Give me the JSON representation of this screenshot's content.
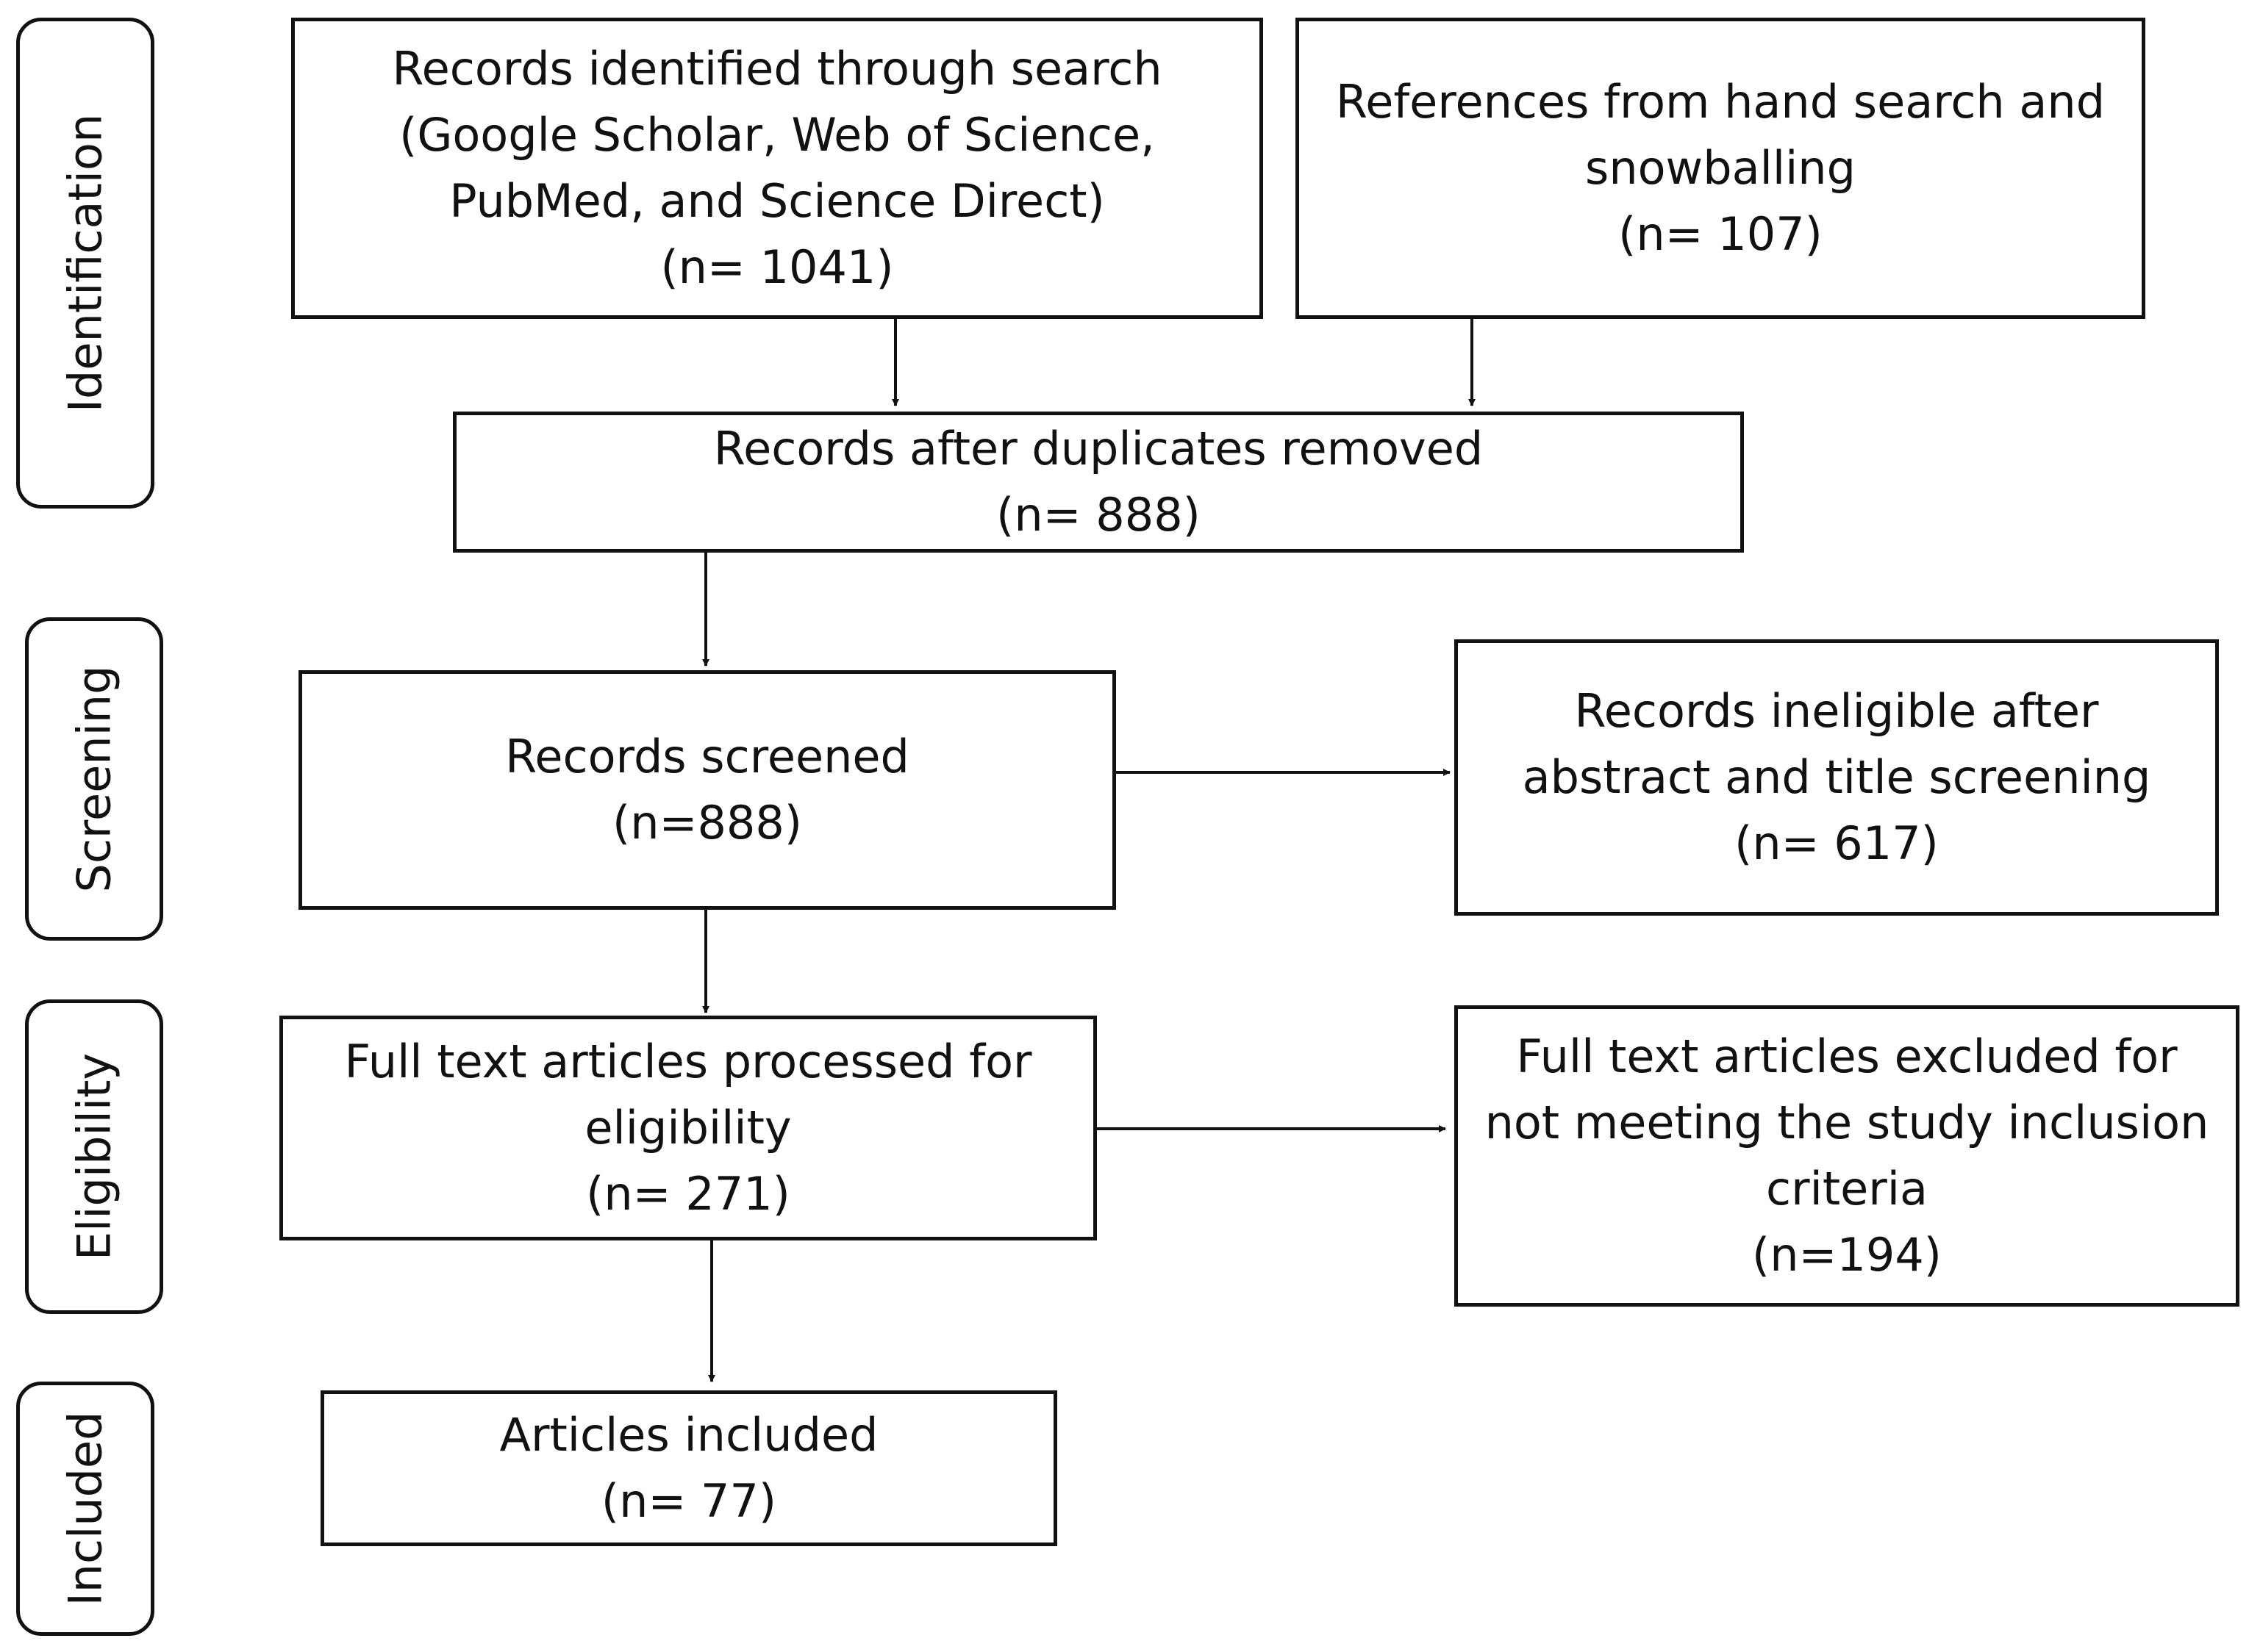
{
  "stages": {
    "identification": "Identification",
    "screening": "Screening",
    "eligibility": "Eligibility",
    "included": "Included"
  },
  "boxes": {
    "database_search": {
      "lines": [
        "Records identified through search",
        "(Google Scholar, Web of Science,",
        "PubMed, and Science Direct)",
        "(n= 1041)"
      ]
    },
    "hand_search": {
      "lines": [
        "References from hand search and",
        "snowballing",
        "(n= 107)"
      ]
    },
    "duplicates_removed": {
      "lines": [
        "Records after duplicates removed",
        "(n= 888)"
      ]
    },
    "records_screened": {
      "lines": [
        "Records screened",
        "(n=888)"
      ]
    },
    "records_ineligible": {
      "lines": [
        "Records ineligible after",
        "abstract and title screening",
        "(n= 617)"
      ]
    },
    "full_text_assessed": {
      "lines": [
        "Full text articles processed for",
        "eligibility",
        "(n= 271)"
      ]
    },
    "full_text_excluded": {
      "lines": [
        "Full text articles excluded for",
        "not meeting the study inclusion",
        "criteria",
        "(n=194)"
      ]
    },
    "articles_included": {
      "lines": [
        "Articles included",
        "(n= 77)"
      ]
    }
  }
}
